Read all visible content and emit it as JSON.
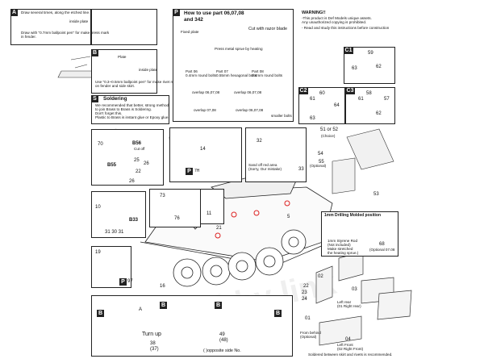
{
  "steps": {
    "a": {
      "tag": "A",
      "line1": "Draw several times, along the etched line.",
      "line2": "Draw with \"0.7mm ballpoint pen\" for make press mark",
      "line3": "in fender.",
      "inside_plate": "inside plate"
    },
    "b": {
      "tag": "B",
      "plate": "Plate",
      "inside_plate": "inside plate",
      "line1": "Use \"0.3~0.5mm ballpoint pen\" for make rivet mark",
      "line2": "on fender and side skirt."
    },
    "p": {
      "tag": "P",
      "title1": "How to use part 06,07,08",
      "title2": "and 342",
      "cut": "Cut with razor blade",
      "fixed_plate": "Fixed plate",
      "press": "Press metal sprue by heating",
      "part06": "Part 06",
      "part06_sub": "0.4mm round bolts",
      "part07": "Part 07",
      "part07_sub": "0.55mm hexagonal bolts",
      "part08": "Part 08",
      "part08_sub": "0.4mm round bolts",
      "overlap1": "overlap 06,07,08",
      "overlap2": "overlap 06,07,08",
      "overlap3": "overlap 07,08",
      "overlap4": "overlap 06,07,08",
      "smaller_bolt": "smaller bolts"
    }
  },
  "soldering": {
    "tag": "S",
    "title": "Soldering",
    "line1": "We recommended that better, strong method",
    "line2": "to join Brass to Brass is Soldering.",
    "line3": "Don't forget this.",
    "line4": "Plastic to Brass is instant glue or Epoxy glue."
  },
  "warning": {
    "title": "WARNING!!",
    "line1": "-This product is Def Models unique assets.",
    "line2": " Any unauthorized copying is prohibited.",
    "line3": "- Read and study this instructions before construction"
  },
  "c_steps": {
    "c1": "C1",
    "c2": "C2",
    "c3": "C3",
    "n59": "59",
    "n63": "63",
    "n62": "62",
    "n60": "60",
    "n61": "61",
    "n63b": "63",
    "n64": "64",
    "n58": "58",
    "n61b": "61",
    "n57": "57",
    "n62b": "62"
  },
  "parts_b55": {
    "n70": "70",
    "b56": "B56",
    "cut_off": "Cut off",
    "b55": "B55",
    "n25": "25",
    "n26": "26",
    "n22": "22",
    "n26b": "26"
  },
  "hull_side": {
    "n14": "14",
    "p": "P",
    "p_label": "7H"
  },
  "parts_3233": {
    "n32": "32",
    "n33": "33",
    "sand1": "Sand off red area",
    "sand2": "(Sorry, Our mistake)"
  },
  "grill": {
    "n5152": "51 or 52",
    "choice": "(Choice)",
    "n54": "54",
    "n55": "55",
    "optional": "(Optional)",
    "n53": "53"
  },
  "part_b33": {
    "n10": "10",
    "b33": "B33",
    "nums": "31   30   31"
  },
  "part_73": {
    "n73": "73",
    "n76": "76",
    "n11": "11"
  },
  "drilling": {
    "title": "1mm Drilling Molded position",
    "line1": "1mm Styrene Rod",
    "line2": "(Not included)",
    "line3": "Make stretched",
    "line4": "the heating sprue.)",
    "n68": "68",
    "optional": "(Optional 07.08"
  },
  "part_19": {
    "n19": "19",
    "p": "P",
    "n97": "97"
  },
  "vehicle": {
    "n16": "16",
    "n21": "21",
    "n5": "5"
  },
  "skirts": {
    "n22": "22",
    "n23": "23",
    "n24": "24",
    "n01": "01",
    "n02": "02",
    "n03": "03",
    "left_rear": "Left  rear",
    "right_rear": "(01 Right rear)",
    "from_behind": "From behind",
    "optional": "(Optional)",
    "n04": "04",
    "left_front": "Left  Front",
    "right_front": "(02 Right Front)",
    "note": "Soldered between skirt and rivets is recommended."
  },
  "bottom": {
    "b": "B",
    "a": "A",
    "turn_up": "Turn up",
    "n38": "38",
    "n37": "(37)",
    "n49": "49",
    "n48": "(48)",
    "opposite": "( )opposite side No."
  }
}
